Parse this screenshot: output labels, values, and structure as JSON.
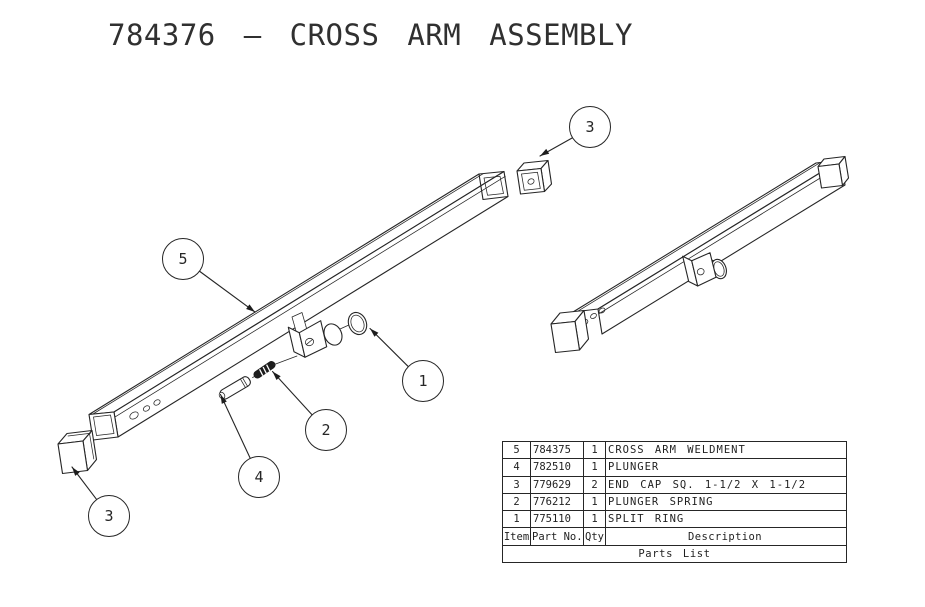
{
  "title": "784376 — CROSS ARM ASSEMBLY",
  "callouts": [
    {
      "label": "3"
    },
    {
      "label": "5"
    },
    {
      "label": "1"
    },
    {
      "label": "2"
    },
    {
      "label": "4"
    },
    {
      "label": "3"
    }
  ],
  "parts_table": {
    "caption": "Parts List",
    "headers": {
      "item": "Item",
      "part_no": "Part No.",
      "qty": "Qty",
      "description": "Description"
    },
    "rows": [
      {
        "item": "5",
        "part_no": "784375",
        "qty": "1",
        "description": "CROSS ARM WELDMENT"
      },
      {
        "item": "4",
        "part_no": "782510",
        "qty": "1",
        "description": "PLUNGER"
      },
      {
        "item": "3",
        "part_no": "779629",
        "qty": "2",
        "description": "END CAP SQ. 1-1/2 X 1-1/2"
      },
      {
        "item": "2",
        "part_no": "776212",
        "qty": "1",
        "description": "PLUNGER SPRING"
      },
      {
        "item": "1",
        "part_no": "775110",
        "qty": "1",
        "description": "SPLIT RING"
      }
    ]
  },
  "colors": {
    "line": "#262626",
    "background": "#ffffff"
  }
}
